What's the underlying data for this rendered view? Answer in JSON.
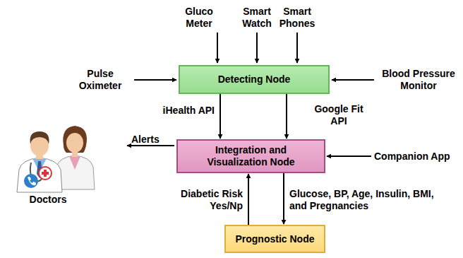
{
  "diagram": {
    "nodes": [
      {
        "text": [
          "Detecting Node"
        ]
      },
      {
        "text": [
          "Integration and Visualization Node"
        ]
      },
      {
        "text": [
          "Prognostic Node"
        ]
      }
    ],
    "edges": [
      {
        "from": 0,
        "to": 1,
        "label": "iHealth API",
        "arrow": "to"
      },
      {
        "from": 0,
        "to": 1,
        "label": "Google Fit API",
        "arrow": "to"
      },
      {
        "from": 2,
        "to": 1,
        "label": "Diabetic Risk Yes/Np",
        "arrow": "to"
      },
      {
        "from": 1,
        "to": 2,
        "label": "Glucose, BP, Age, Insulin, BMI, and Pregnancies",
        "arrow": "to"
      }
    ],
    "labels": [
      "Gluco Meter",
      "Smart Watch",
      "Smart Phones",
      "Pulse Oximeter",
      "Blood Pressure Monitor",
      "Alerts",
      "Companion App",
      "Doctors"
    ]
  }
}
